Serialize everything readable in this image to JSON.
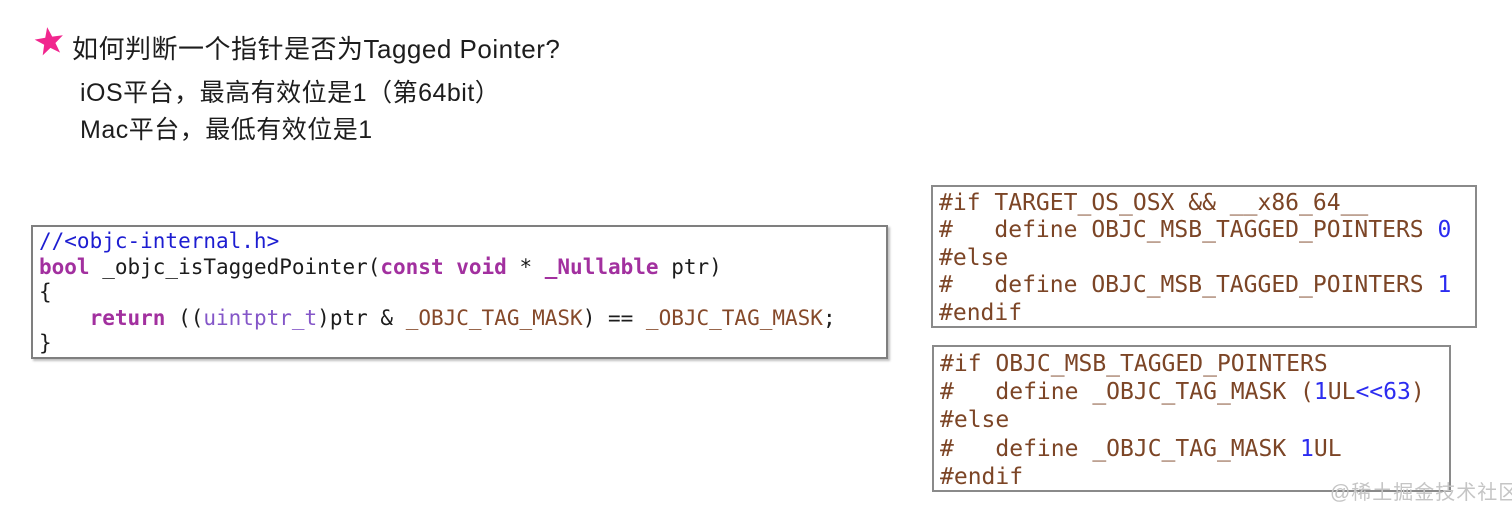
{
  "header": {
    "star_color": "#f1268e",
    "title": "如何判断一个指针是否为Tagged Pointer?",
    "subtitles": [
      "iOS平台，最高有效位是1（第64bit）",
      "Mac平台，最低有效位是1"
    ]
  },
  "colors": {
    "comment": "#1d1dd1",
    "keyword": "#a2309f",
    "type": "#8456c8",
    "macro": "#85492a",
    "plain": "#1c1c1c",
    "brown": "#7c4526",
    "number": "#2c2cf0"
  },
  "code_blocks": [
    {
      "name": "objc-internal-isTaggedPointer",
      "lines": [
        [
          {
            "t": "//<objc-internal.h>",
            "c": "comment"
          }
        ],
        [
          {
            "t": "bool",
            "c": "keyword",
            "b": true
          },
          {
            "t": " _objc_isTaggedPointer(",
            "c": "plain"
          },
          {
            "t": "const",
            "c": "keyword",
            "b": true
          },
          {
            "t": " ",
            "c": "plain"
          },
          {
            "t": "void",
            "c": "keyword",
            "b": true
          },
          {
            "t": " * ",
            "c": "plain"
          },
          {
            "t": "_Nullable",
            "c": "keyword",
            "b": true
          },
          {
            "t": " ptr)",
            "c": "plain"
          }
        ],
        [
          {
            "t": "{",
            "c": "plain"
          }
        ],
        [
          {
            "t": "    ",
            "c": "plain"
          },
          {
            "t": "return",
            "c": "keyword",
            "b": true
          },
          {
            "t": " ((",
            "c": "plain"
          },
          {
            "t": "uintptr_t",
            "c": "type"
          },
          {
            "t": ")ptr & ",
            "c": "plain"
          },
          {
            "t": "_OBJC_TAG_MASK",
            "c": "macro"
          },
          {
            "t": ") == ",
            "c": "plain"
          },
          {
            "t": "_OBJC_TAG_MASK",
            "c": "macro"
          },
          {
            "t": ";",
            "c": "plain"
          }
        ],
        [
          {
            "t": "}",
            "c": "plain"
          }
        ]
      ]
    },
    {
      "name": "msb-tagged-pointers-define",
      "lines": [
        [
          {
            "t": "#if TARGET_OS_OSX && __x86_64__",
            "c": "brown"
          }
        ],
        [
          {
            "t": "#   define OBJC_MSB_TAGGED_POINTERS ",
            "c": "brown"
          },
          {
            "t": "0",
            "c": "number"
          }
        ],
        [
          {
            "t": "#else",
            "c": "brown"
          }
        ],
        [
          {
            "t": "#   define OBJC_MSB_TAGGED_POINTERS ",
            "c": "brown"
          },
          {
            "t": "1",
            "c": "number"
          }
        ],
        [
          {
            "t": "#endif",
            "c": "brown"
          }
        ]
      ]
    },
    {
      "name": "objc-tag-mask-define",
      "lines": [
        [
          {
            "t": "#if OBJC_MSB_TAGGED_POINTERS",
            "c": "brown"
          }
        ],
        [
          {
            "t": "#   define _OBJC_TAG_MASK (",
            "c": "brown"
          },
          {
            "t": "1",
            "c": "number"
          },
          {
            "t": "UL",
            "c": "brown"
          },
          {
            "t": "<<63",
            "c": "number"
          },
          {
            "t": ")",
            "c": "brown"
          }
        ],
        [
          {
            "t": "#else",
            "c": "brown"
          }
        ],
        [
          {
            "t": "#   define _OBJC_TAG_MASK ",
            "c": "brown"
          },
          {
            "t": "1",
            "c": "number"
          },
          {
            "t": "UL",
            "c": "brown"
          }
        ],
        [
          {
            "t": "#endif",
            "c": "brown"
          }
        ]
      ]
    }
  ],
  "watermark": {
    "text": "@稀土掘金技术社区"
  }
}
